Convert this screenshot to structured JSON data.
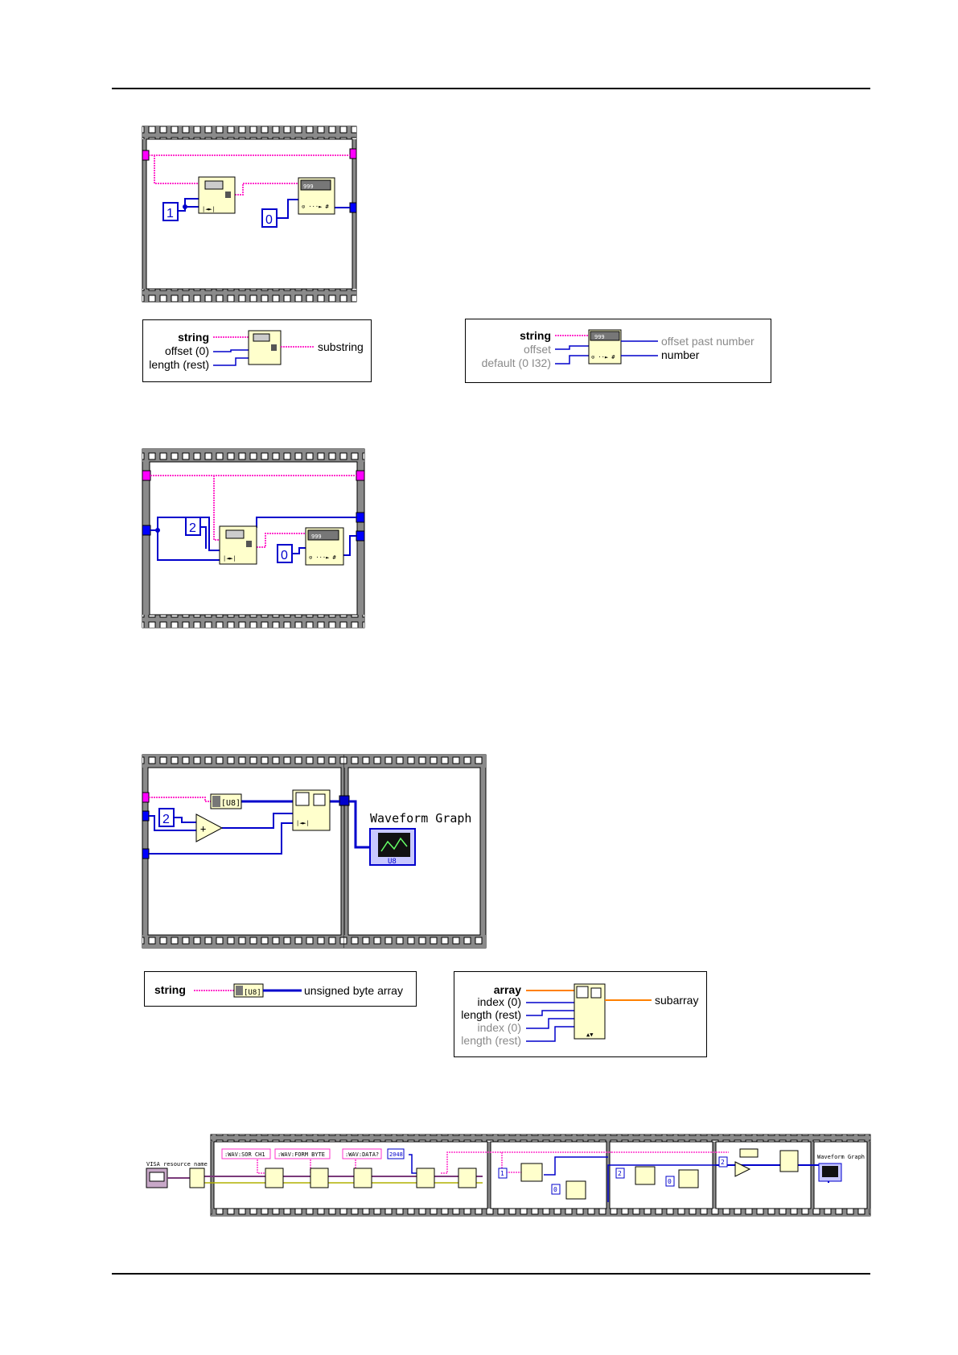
{
  "diagram1": {
    "constants": [
      "1",
      "0"
    ]
  },
  "legend_string_subset": {
    "inputs": [
      "string",
      "offset (0)",
      "length (rest)"
    ],
    "output": "substring"
  },
  "legend_decimal_string_to_number": {
    "inputs": [
      "string",
      "offset",
      "default (0 I32)"
    ],
    "outputs": [
      "offset past number",
      "number"
    ]
  },
  "diagram2": {
    "constants": [
      "2",
      "0"
    ]
  },
  "diagram3": {
    "constants": [
      "2"
    ],
    "type_label": "[U8]",
    "graph_title": "Waveform Graph",
    "graph_terminal_tag": "U8"
  },
  "legend_string_to_byte_array": {
    "input": "string",
    "output": "unsigned byte array",
    "tag": "[U8]"
  },
  "legend_array_subset": {
    "inputs": [
      "array",
      "index (0)",
      "length (rest)",
      "index (0)",
      "length (rest)"
    ],
    "output": "subarray"
  },
  "overview": {
    "resource_label": "VISA resource name",
    "commands": [
      ":WAV:SOR CH1",
      ":WAV:FORM BYTE",
      ":WAV:DATA?"
    ],
    "read_count": "2048",
    "constants": [
      "1",
      "0",
      "2",
      "0",
      "2"
    ],
    "graph_label": "Waveform Graph"
  },
  "colors": {
    "string_wire": "#ff33cc",
    "numeric_wire": "#0000cc",
    "array_wire": "#ff8000",
    "node_fill": "#ffffcc",
    "frame_border": "#7a7a7a",
    "tunnel_string": "#ff00ff",
    "tunnel_numeric": "#0000ff"
  }
}
